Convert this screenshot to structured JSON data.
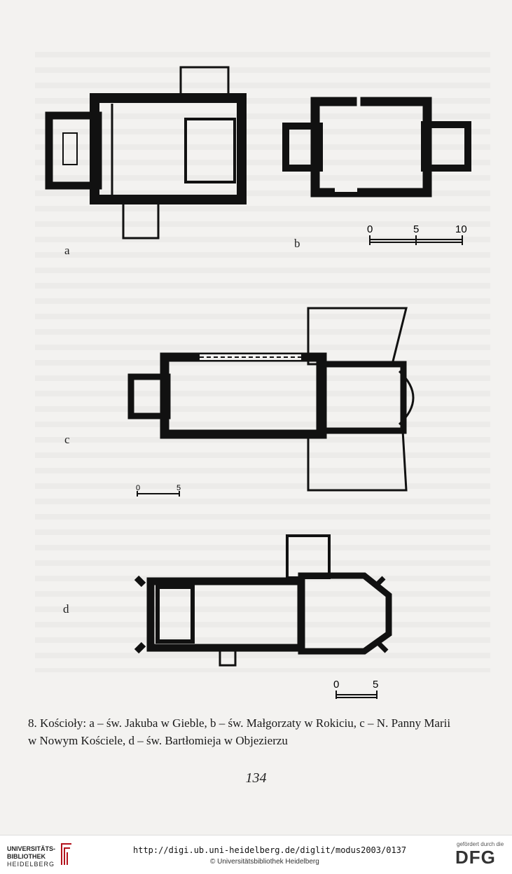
{
  "figure": {
    "labels": {
      "a": "a",
      "b": "b",
      "c": "c",
      "d": "d"
    },
    "scales": {
      "b": {
        "t0": "0",
        "t5": "5",
        "t10": "10"
      },
      "c": {
        "t0": "0",
        "t5": "5"
      },
      "d": {
        "t0": "0",
        "t5": "5"
      }
    }
  },
  "caption": {
    "line1": "8. Kościoły: a – św. Jakuba w Gieble, b – św. Małgorzaty w Rokiciu, c – N. Panny Marii",
    "line2": "w Nowym Kościele, d – św. Bartłomieja w Objezierzu"
  },
  "page_number": "134",
  "footer": {
    "library_line1": "UNIVERSITÄTS-",
    "library_line2": "BIBLIOTHEK",
    "library_line3": "HEIDELBERG",
    "url": "http://digi.ub.uni-heidelberg.de/diglit/modus2003/0137",
    "copyright": "© Universitätsbibliothek Heidelberg",
    "funder_text": "gefördert durch die",
    "funder_logo": "DFG"
  }
}
